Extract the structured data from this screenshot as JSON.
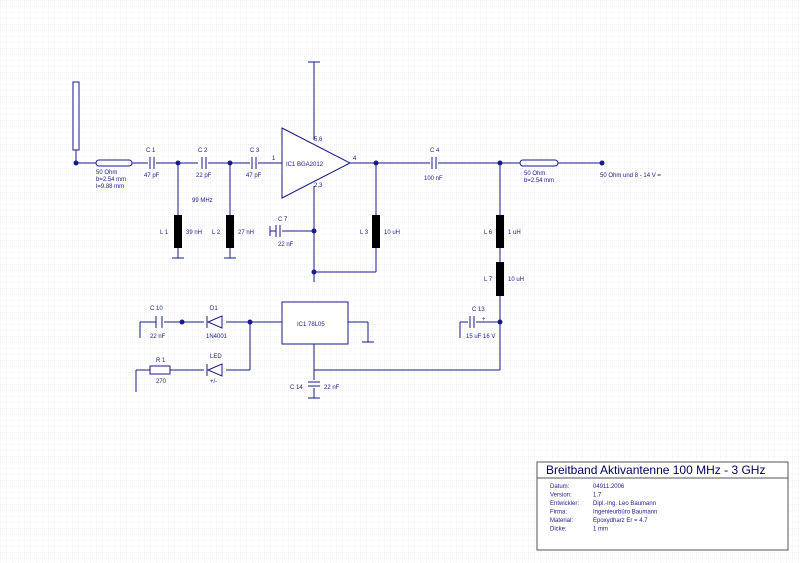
{
  "components": {
    "tl_in": {
      "ref": "50 Ohm",
      "p1": "b=2.54 mm",
      "p2": "l=9.88 mm"
    },
    "c1": {
      "ref": "C 1",
      "value": "47 pF"
    },
    "c2": {
      "ref": "C 2",
      "value": "22 pF"
    },
    "c3": {
      "ref": "C 3",
      "value": "47 pF"
    },
    "c4": {
      "ref": "C 4",
      "value": "100 nF"
    },
    "c7": {
      "ref": "C 7",
      "value": "22 nF"
    },
    "c10": {
      "ref": "C 10",
      "value": "22 nF"
    },
    "c13": {
      "ref": "C 13",
      "value": "15 uF  16 V",
      "pol": "+"
    },
    "c14": {
      "ref": "C 14",
      "value": "22 nF"
    },
    "l1": {
      "ref": "L 1",
      "value": "39 nH"
    },
    "l2": {
      "ref": "L 2",
      "value": "27 nH"
    },
    "l3": {
      "ref": "L 3",
      "value": "10 uH"
    },
    "l6": {
      "ref": "L 6",
      "value": "1 uH"
    },
    "l7": {
      "ref": "L 7",
      "value": "10 uH"
    },
    "ic1": {
      "ref": "IC1 BGA2012",
      "pin_in": "1",
      "pin_out": "4",
      "pin_top": "5,6",
      "pin_bot": "2,3"
    },
    "freq": "99 MHz",
    "d1": {
      "ref": "D1",
      "value": "1N4001"
    },
    "led": {
      "ref": "LED",
      "value": "+/-"
    },
    "r1": {
      "ref": "R 1",
      "value": "270"
    },
    "reg": {
      "ref": "IC1 78L05"
    },
    "tl_out": {
      "ref": "50 Ohm",
      "p1": "b=2.54 mm"
    },
    "out_label": "50 Ohm und 8 - 14 V ="
  },
  "title_block": {
    "title": "Breitband Aktivantenne 100 MHz - 3 GHz",
    "rows": [
      {
        "label": "Datum:",
        "value": "04911.2006"
      },
      {
        "label": "Version:",
        "value": "1.7"
      },
      {
        "label": "Entwickler:",
        "value": "Dipl.-Ing. Leo Baumann"
      },
      {
        "label": "Firma:",
        "value": "Ingenieurbüro Baumann"
      },
      {
        "label": "Material:",
        "value": "Epoxydharz Er = 4.7"
      },
      {
        "label": "Dicke:",
        "value": "1 mm"
      }
    ]
  },
  "colors": {
    "wire": "#1a1a8c",
    "grid": "#d8d8d8",
    "component_fill": "#000000"
  }
}
